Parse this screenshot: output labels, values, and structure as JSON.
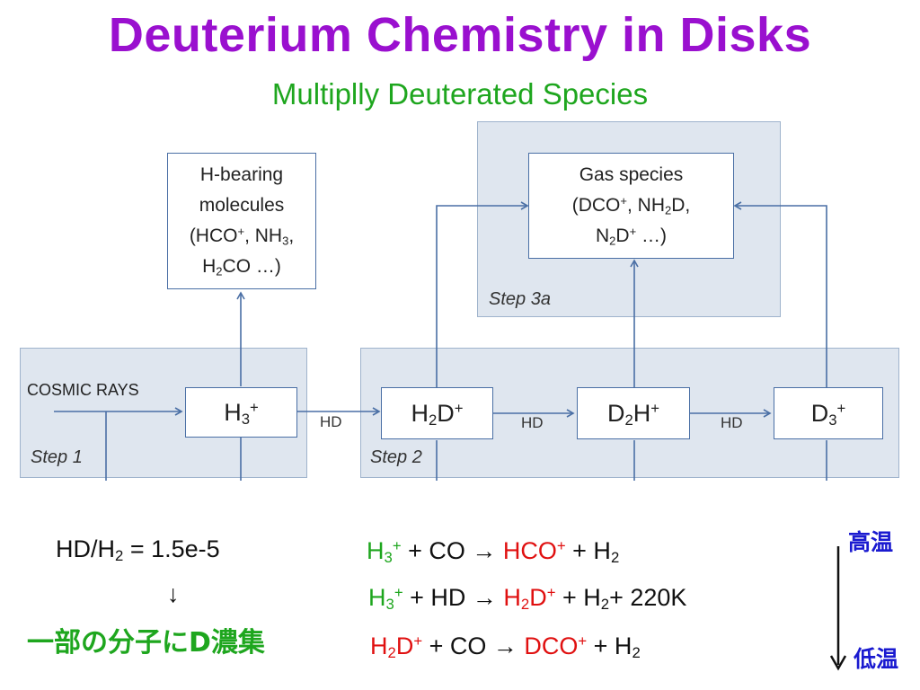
{
  "title": "Deuterium Chemistry in Disks",
  "subtitle": "Multiplly Deuterated Species",
  "diagram": {
    "step1_label": "Step 1",
    "step2_label": "Step 2",
    "step3a_label": "Step 3a",
    "cosmic_rays": "COSMIC RAYS",
    "hd_label": "HD",
    "hbearing": {
      "line1": "H-bearing",
      "line2": "molecules",
      "line3_a": "(HCO",
      "line3_sup": "+",
      "line3_b": ", NH",
      "line3_sub": "3",
      "line3_c": ",",
      "line4_a": "H",
      "line4_sub": "2",
      "line4_b": "CO …)"
    },
    "gas": {
      "line1": "Gas species",
      "line2_a": "(DCO",
      "line2_sup": "+",
      "line2_b": ", NH",
      "line2_sub": "2",
      "line2_c": "D,",
      "line3_a": "N",
      "line3_sub": "2",
      "line3_b": "D",
      "line3_sup": "+",
      "line3_c": " …)"
    },
    "h3": {
      "base": "H",
      "sub": "3",
      "sup": "+"
    },
    "h2d": {
      "a": "H",
      "sub": "2",
      "b": "D",
      "sup": "+"
    },
    "d2h": {
      "a": "D",
      "sub": "2",
      "b": "H",
      "sup": "+"
    },
    "d3": {
      "base": "D",
      "sub": "3",
      "sup": "+"
    }
  },
  "ratio": {
    "a": "HD/H",
    "sub": "2",
    "b": " = 1.5e-5"
  },
  "down_arrow": "↓",
  "conclusion": "一部の分子にD濃集",
  "reactions": [
    {
      "r1": "H",
      "r1_sub": "3",
      "r1_sup": "+",
      "mid": " + CO → ",
      "p1": "HCO",
      "p1_sup": "+",
      "end": " + H",
      "end_sub": "2",
      "tail": ""
    },
    {
      "r1": "H",
      "r1_sub": "3",
      "r1_sup": "+",
      "mid": " + HD → ",
      "p1a": "H",
      "p1_sub": "2",
      "p1b": "D",
      "p1_sup": "+",
      "end": " + H",
      "end_sub": "2",
      "tail": "+ 220K"
    },
    {
      "r1a": "H",
      "r1_sub": "2",
      "r1b": "D",
      "r1_sup": "+",
      "mid": " + CO → ",
      "p1": "DCO",
      "p1_sup": "+",
      "end": " + H",
      "end_sub": "2",
      "tail": ""
    }
  ],
  "temperature": {
    "high": "高温",
    "low": "低温"
  },
  "colors": {
    "title": "#9a10cf",
    "subtitle": "#1ea61e",
    "reactant": "#1ea61e",
    "product": "#e01010",
    "temperature": "#1a1ad0",
    "arrow": "#4a6fa5"
  }
}
